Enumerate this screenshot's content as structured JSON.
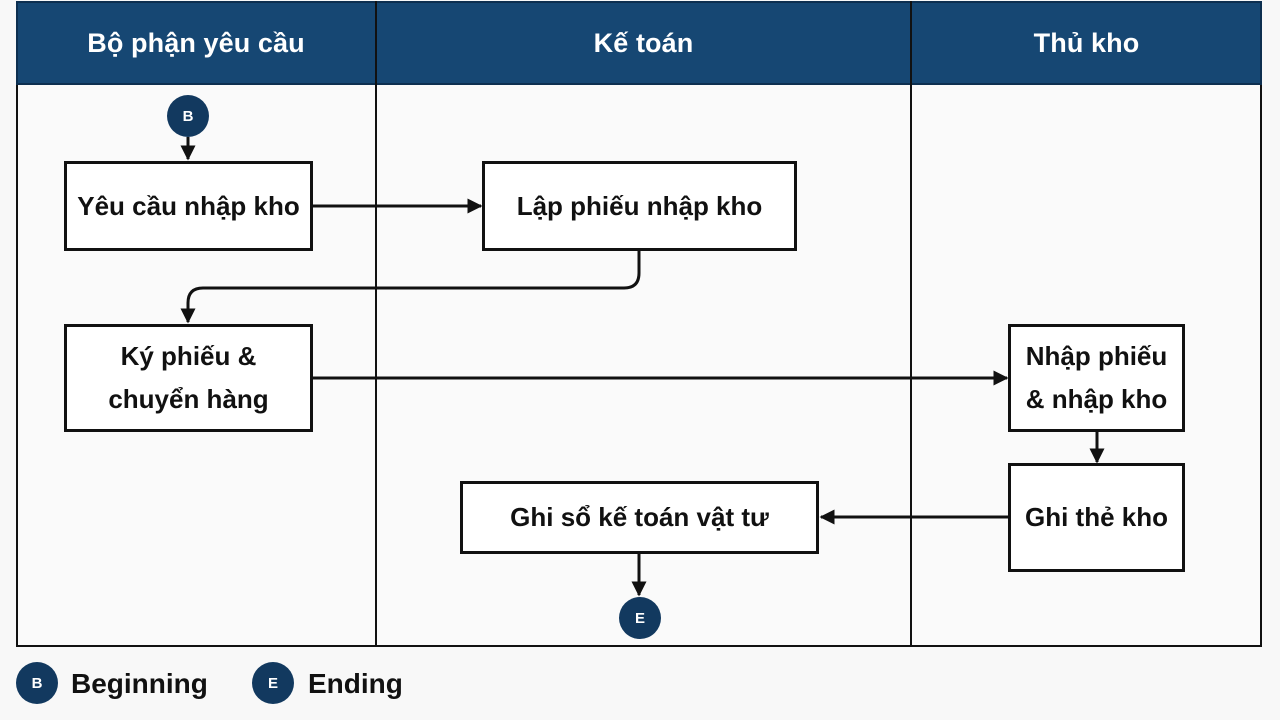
{
  "lanes": [
    "Bộ phận yêu cầu",
    "Kế toán",
    "Thủ kho"
  ],
  "steps": {
    "request": "Yêu cầu nhập kho",
    "create_slip": "Lập phiếu nhập kho",
    "sign_line1": "Ký phiếu &",
    "sign_line2": "chuyển hàng",
    "enter_line1": "Nhập phiếu",
    "enter_line2": "& nhập kho",
    "stock_card": "Ghi thẻ kho",
    "ledger": "Ghi sổ kế toán vật tư"
  },
  "markers": {
    "begin": "B",
    "end": "E"
  },
  "legend": {
    "begin_symbol": "B",
    "begin_label": "Beginning",
    "end_symbol": "E",
    "end_label": "Ending"
  },
  "colors": {
    "header": "#164773",
    "marker": "#12395f"
  }
}
